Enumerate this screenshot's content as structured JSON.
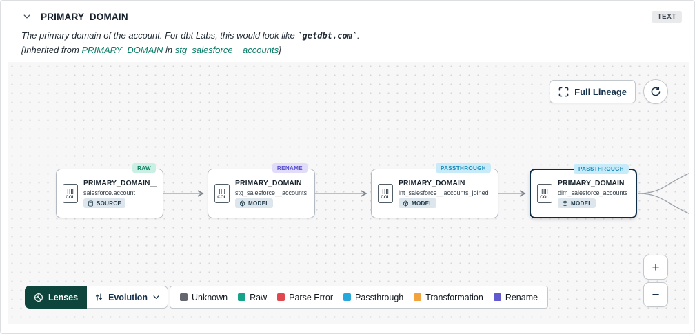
{
  "colors": {
    "link_teal": "#0b7c68",
    "lenses_button_bg": "#0d453c",
    "selected_node_border": "#0c2b45"
  },
  "header": {
    "title": "PRIMARY_DOMAIN",
    "type_badge": "TEXT",
    "description": {
      "text": "The primary domain of the account. For dbt Labs, this would look like ",
      "code": "`getdbt.com`",
      "suffix": "."
    },
    "inherited": {
      "prefix": "[Inherited from ",
      "column_link": "PRIMARY_DOMAIN",
      "middle": " in ",
      "model_link": "stg_salesforce__accounts",
      "suffix": "]"
    }
  },
  "canvas": {
    "full_lineage_button": "Full Lineage",
    "zoom_in": "+",
    "zoom_out": "−",
    "nodes": [
      {
        "lens_badge": "RAW",
        "badge_bg": "#c9f0e3",
        "badge_text": "#0c7a60",
        "title": "PRIMARY_DOMAIN__C",
        "subtitle": "salesforce.account",
        "col_label": "COL",
        "resource_type": "SOURCE",
        "selected": false
      },
      {
        "lens_badge": "RENAME",
        "badge_bg": "#e0dcf9",
        "badge_text": "#5950cc",
        "title": "PRIMARY_DOMAIN",
        "subtitle": "stg_salesforce__accounts",
        "col_label": "COL",
        "resource_type": "MODEL",
        "selected": false
      },
      {
        "lens_badge": "PASSTHROUGH",
        "badge_bg": "#c7ebf8",
        "badge_text": "#1b87b5",
        "title": "PRIMARY_DOMAIN",
        "subtitle": "int_salesforce__accounts_joined",
        "col_label": "COL",
        "resource_type": "MODEL",
        "selected": false
      },
      {
        "lens_badge": "PASSTHROUGH",
        "badge_bg": "#c7ebf8",
        "badge_text": "#1b87b5",
        "title": "PRIMARY_DOMAIN",
        "subtitle": "dim_salesforce_accounts",
        "col_label": "COL",
        "resource_type": "MODEL",
        "selected": true
      }
    ]
  },
  "toolbar": {
    "lenses_label": "Lenses",
    "lens_selector_value": "Evolution"
  },
  "legend": {
    "items": [
      {
        "label": "Unknown",
        "color": "#63666c"
      },
      {
        "label": "Raw",
        "color": "#16a38a"
      },
      {
        "label": "Parse Error",
        "color": "#e0484d"
      },
      {
        "label": "Passthrough",
        "color": "#27a8dc"
      },
      {
        "label": "Transformation",
        "color": "#f2a33c"
      },
      {
        "label": "Rename",
        "color": "#6059d0"
      }
    ]
  }
}
